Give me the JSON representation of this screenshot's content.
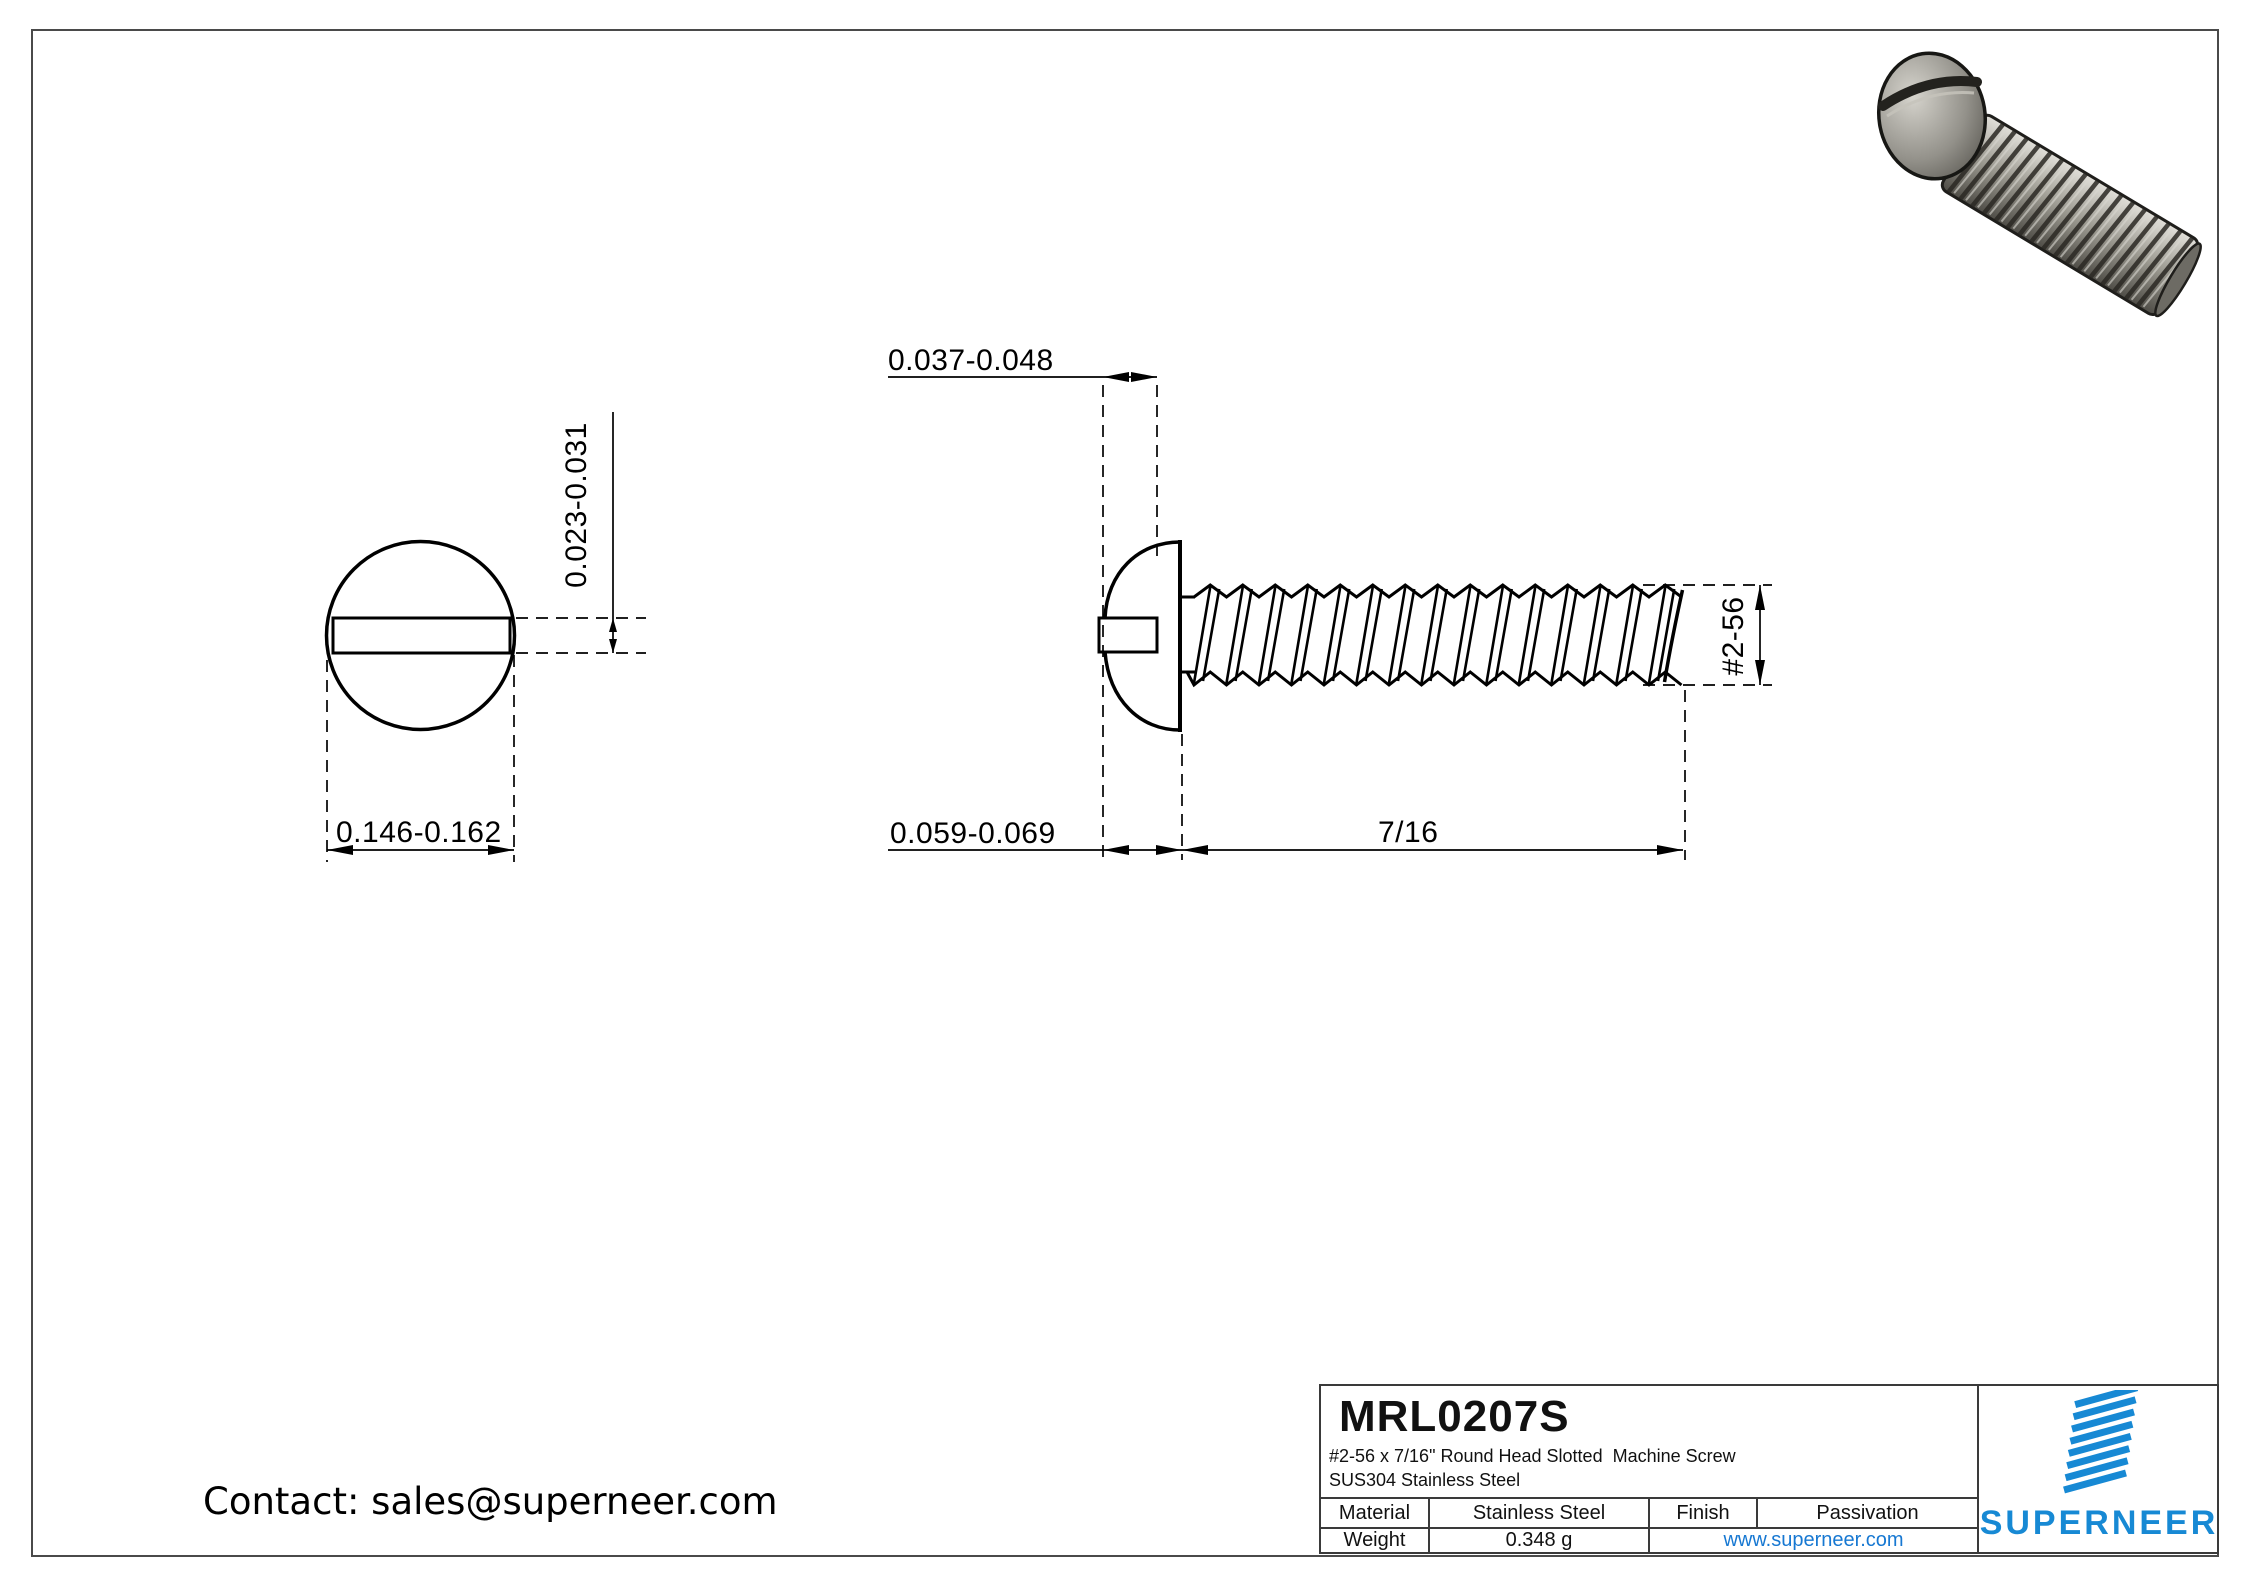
{
  "drawing": {
    "top_view": {
      "head_diameter": "0.146-0.162",
      "slot_width": "0.023-0.031"
    },
    "side_view": {
      "slot_depth": "0.037-0.048",
      "head_height": "0.059-0.069",
      "length": "7/16",
      "thread_size": "#2-56"
    }
  },
  "title_block": {
    "part_number": "MRL0207S",
    "description_line1": "#2-56 x 7/16\" Round Head Slotted  Machine Screw",
    "description_line2": "SUS304 Stainless Steel",
    "material_label": "Material",
    "material_value": "Stainless Steel",
    "finish_label": "Finish",
    "finish_value": "Passivation",
    "weight_label": "Weight",
    "weight_value": "0.348 g",
    "website": "www.superneer.com",
    "brand_name": "SUPERNEER",
    "logo_icon": "diagonal-stripes-parallelogram"
  },
  "contact": {
    "text": "Contact: sales@superneer.com"
  },
  "colors": {
    "brand_blue": "#1789d4",
    "link_blue": "#1778d2",
    "line_black": "#000000",
    "border_gray": "#4a4a4a"
  }
}
